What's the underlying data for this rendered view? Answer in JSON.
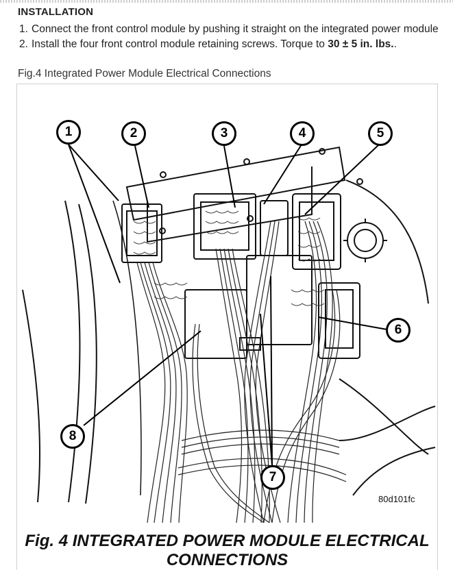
{
  "heading": "INSTALLATION",
  "steps": [
    {
      "num": "1.",
      "text": "Connect the front control module by pushing it straight on the integrated power module"
    },
    {
      "num": "2.",
      "text_before": "Install the four front control module retaining screws. Torque to ",
      "torque": "30 ± 5 in. lbs.",
      "text_after": "."
    }
  ],
  "figure": {
    "caption": "Fig.4 Integrated Power Module Electrical Connections",
    "drawing_id": "80d101fc",
    "title_line1": "Fig. 4 INTEGRATED POWER MODULE ELECTRICAL",
    "title_line2": "CONNECTIONS",
    "callouts": [
      "1",
      "2",
      "3",
      "4",
      "5",
      "6",
      "7",
      "8"
    ]
  }
}
